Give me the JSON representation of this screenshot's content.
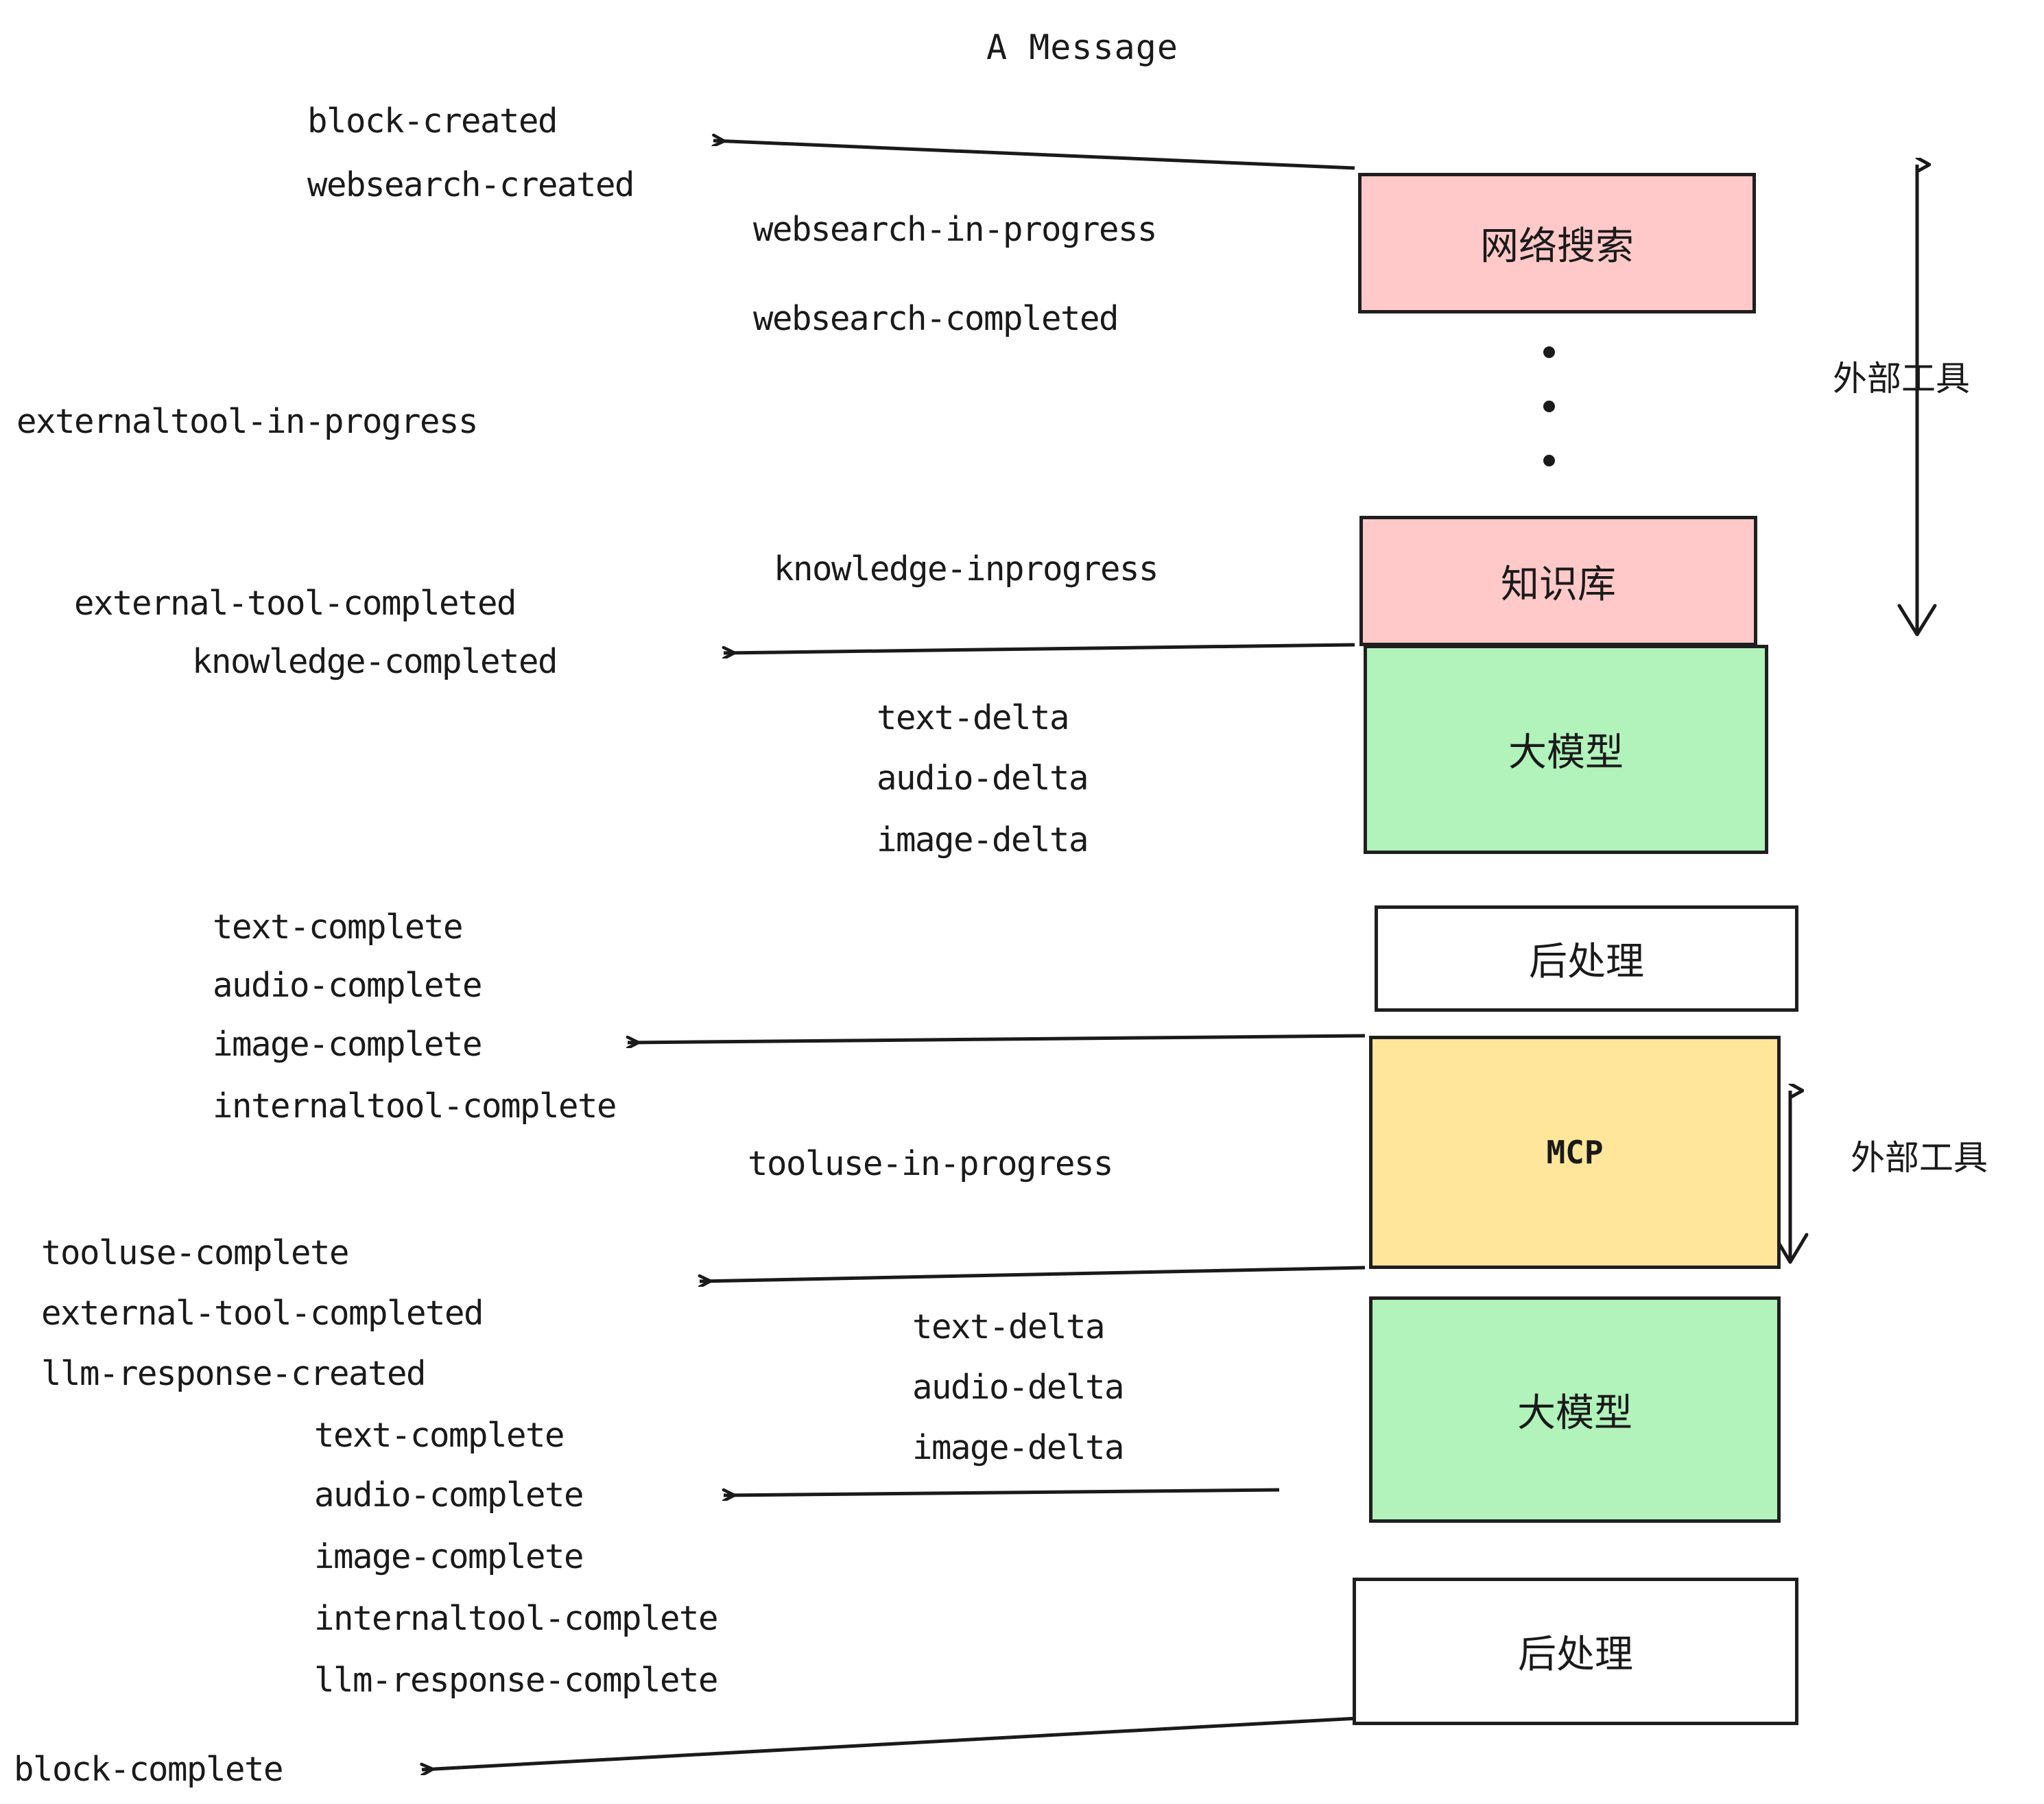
{
  "title": "A Message",
  "colors": {
    "pink": "#FFC9C9",
    "green": "#B2F2BB",
    "yellow": "#FFE69A",
    "white": "#FFFFFF",
    "stroke": "#1F1F1F",
    "text": "#1A1A1A"
  },
  "nodes": [
    {
      "label": "网络搜索",
      "fill": "#FFC9C9",
      "kind": "cjk"
    },
    {
      "label": "知识库",
      "fill": "#FFC9C9",
      "kind": "cjk"
    },
    {
      "label": "大模型",
      "fill": "#B2F2BB",
      "kind": "cjk"
    },
    {
      "label": "后处理",
      "fill": "#FFFFFF",
      "kind": "cjk"
    },
    {
      "label": "MCP",
      "fill": "#FFE69A",
      "kind": "latin"
    },
    {
      "label": "大模型",
      "fill": "#B2F2BB",
      "kind": "cjk"
    },
    {
      "label": "后处理",
      "fill": "#FFFFFF",
      "kind": "cjk"
    }
  ],
  "side_labels": [
    {
      "text": "外部工具"
    },
    {
      "text": "外部工具"
    }
  ],
  "events": [
    {
      "text": "block-created"
    },
    {
      "text": "websearch-created"
    },
    {
      "text": "websearch-in-progress"
    },
    {
      "text": "websearch-completed"
    },
    {
      "text": "externaltool-in-progress"
    },
    {
      "text": "knowledge-inprogress"
    },
    {
      "text": "external-tool-completed"
    },
    {
      "text": "knowledge-completed"
    },
    {
      "text": "text-delta"
    },
    {
      "text": "audio-delta"
    },
    {
      "text": "image-delta"
    },
    {
      "text": "text-complete"
    },
    {
      "text": "audio-complete"
    },
    {
      "text": "image-complete"
    },
    {
      "text": "internaltool-complete"
    },
    {
      "text": "tooluse-in-progress"
    },
    {
      "text": "tooluse-complete"
    },
    {
      "text": "external-tool-completed"
    },
    {
      "text": "llm-response-created"
    },
    {
      "text": "text-delta"
    },
    {
      "text": "audio-delta"
    },
    {
      "text": "image-delta"
    },
    {
      "text": "text-complete"
    },
    {
      "text": "audio-complete"
    },
    {
      "text": "image-complete"
    },
    {
      "text": "internaltool-complete"
    },
    {
      "text": "llm-response-complete"
    },
    {
      "text": "block-complete"
    }
  ]
}
